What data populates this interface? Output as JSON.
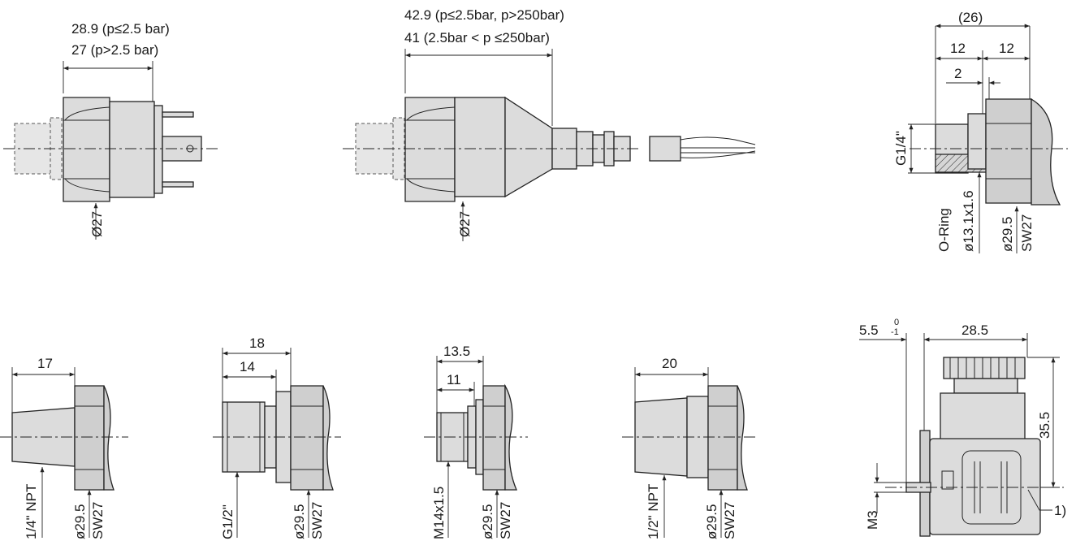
{
  "drawing1": {
    "dim_line1": "28.9 (p≤2.5 bar)",
    "dim_line2": "27 (p>2.5 bar)",
    "diameter": "Ø27"
  },
  "drawing2": {
    "dim_line1": "42.9 (p≤2.5bar, p>250bar)",
    "dim_line2": "41 (2.5bar < p ≤250bar)",
    "diameter": "Ø27"
  },
  "drawing3": {
    "total": "(26)",
    "left": "12",
    "right": "12",
    "gap": "2",
    "thread": "G1/4\"",
    "oring_1": "O-Ring",
    "oring_2": "ø13.1x1.6",
    "dia": "ø29.5",
    "sw": "SW27"
  },
  "drawing4": {
    "length": "17",
    "thread": "1/4\" NPT",
    "dia": "ø29.5",
    "sw": "SW27"
  },
  "drawing5": {
    "length_outer": "18",
    "length_inner": "14",
    "thread": "G1/2\"",
    "dia": "ø29.5",
    "sw": "SW27"
  },
  "drawing6": {
    "length_outer": "13.5",
    "length_inner": "11",
    "thread": "M14x1.5",
    "dia": "ø29.5",
    "sw": "SW27"
  },
  "drawing7": {
    "length": "20",
    "thread": "1/2\" NPT",
    "dia": "ø29.5",
    "sw": "SW27"
  },
  "drawing8": {
    "offset": "5.5",
    "tol_upper": "0",
    "tol_lower": "-1",
    "width": "28.5",
    "height": "35.5",
    "screw": "M3",
    "note": "1)"
  }
}
